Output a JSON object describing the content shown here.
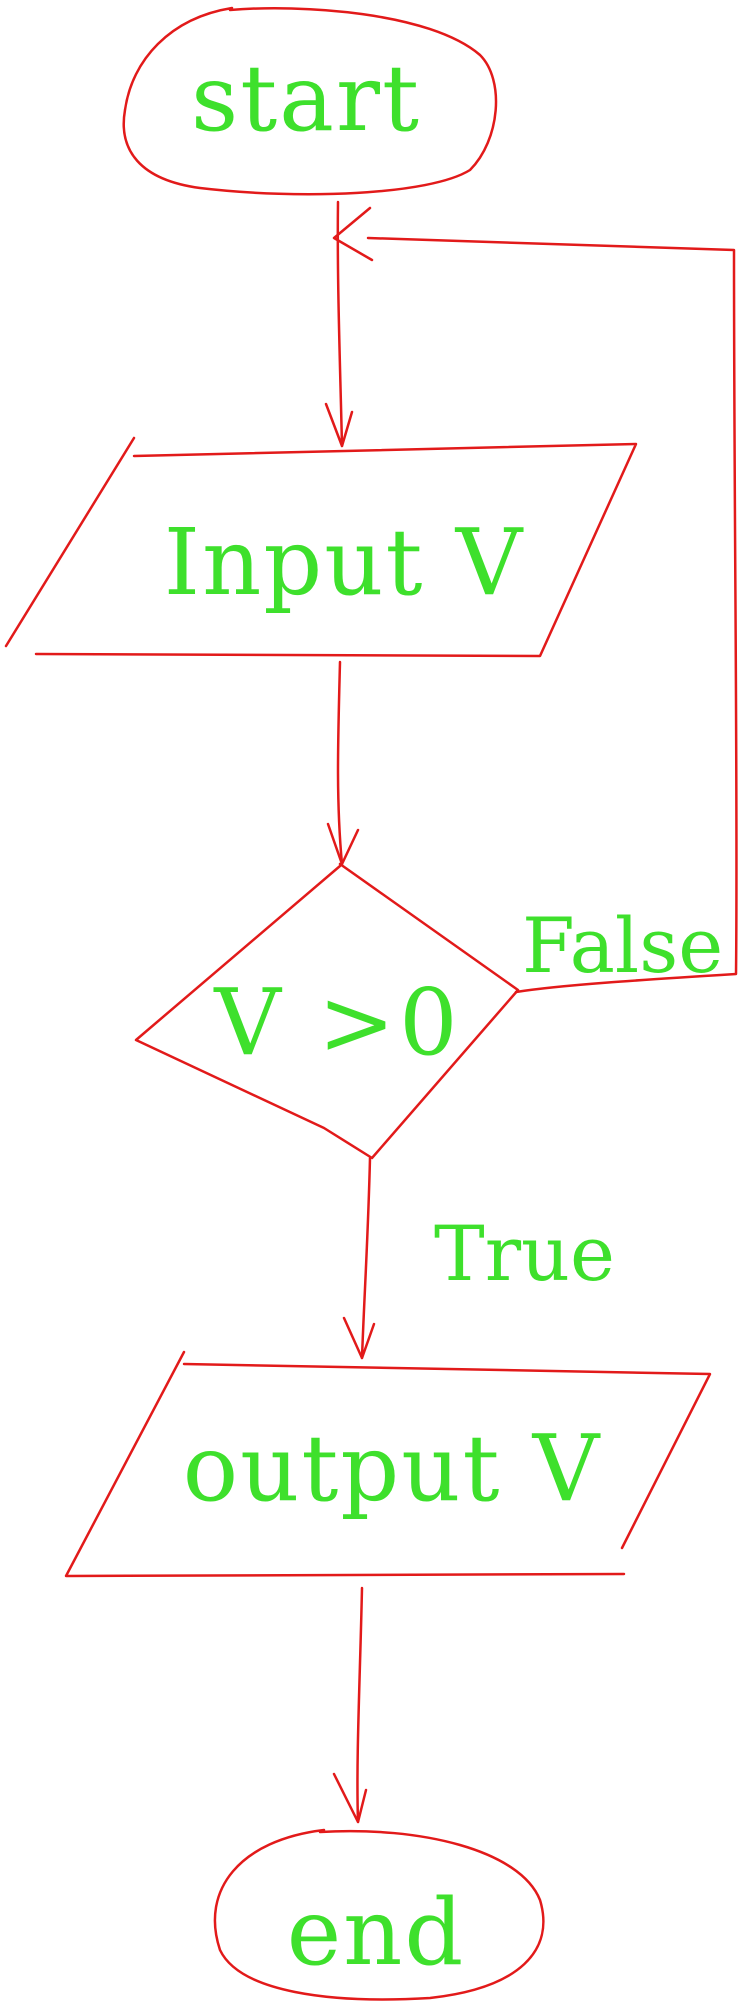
{
  "diagram": {
    "type": "flowchart",
    "style": "hand-drawn",
    "colors": {
      "background": "#ffffff",
      "stroke": "#e21a1a",
      "text": "#3ee02c"
    },
    "nodes": {
      "start": {
        "shape": "terminator",
        "label": "start"
      },
      "input": {
        "shape": "io",
        "label": "Input V"
      },
      "decision": {
        "shape": "decision",
        "label": "V >0"
      },
      "output": {
        "shape": "io",
        "label": "output V"
      },
      "end": {
        "shape": "terminator",
        "label": "end"
      }
    },
    "edges": [
      {
        "from": "start",
        "to": "input",
        "label": ""
      },
      {
        "from": "input",
        "to": "decision",
        "label": ""
      },
      {
        "from": "decision",
        "to": "input",
        "label": "False"
      },
      {
        "from": "decision",
        "to": "output",
        "label": "True"
      },
      {
        "from": "output",
        "to": "end",
        "label": ""
      }
    ],
    "edge_labels": {
      "false": "False",
      "true": "True"
    }
  }
}
